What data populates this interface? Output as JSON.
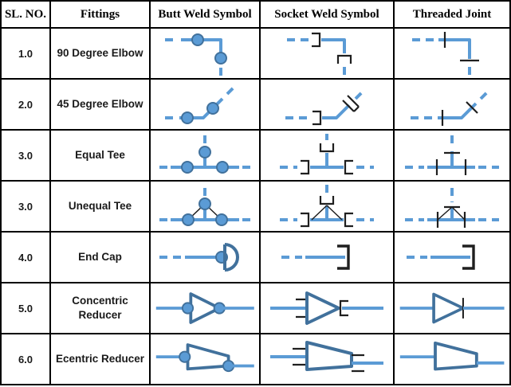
{
  "table": {
    "headers": [
      "SL. NO.",
      "Fittings",
      "Butt Weld Symbol",
      "Socket Weld Symbol",
      "Threaded Joint"
    ],
    "rows": [
      {
        "sl": "1.0",
        "fitting": "90 Degree Elbow",
        "butt": "butt-weld-90-elbow-symbol",
        "socket": "socket-weld-90-elbow-symbol",
        "threaded": "threaded-90-elbow-symbol"
      },
      {
        "sl": "2.0",
        "fitting": "45 Degree Elbow",
        "butt": "butt-weld-45-elbow-symbol",
        "socket": "socket-weld-45-elbow-symbol",
        "threaded": "threaded-45-elbow-symbol"
      },
      {
        "sl": "3.0",
        "fitting": "Equal Tee",
        "butt": "butt-weld-equal-tee-symbol",
        "socket": "socket-weld-equal-tee-symbol",
        "threaded": "threaded-equal-tee-symbol"
      },
      {
        "sl": "3.0",
        "fitting": "Unequal Tee",
        "butt": "butt-weld-unequal-tee-symbol",
        "socket": "socket-weld-unequal-tee-symbol",
        "threaded": "threaded-unequal-tee-symbol"
      },
      {
        "sl": "4.0",
        "fitting": "End Cap",
        "butt": "butt-weld-end-cap-symbol",
        "socket": "socket-weld-end-cap-symbol",
        "threaded": "threaded-end-cap-symbol"
      },
      {
        "sl": "5.0",
        "fitting": "Concentric Reducer",
        "butt": "butt-weld-concentric-reducer-symbol",
        "socket": "socket-weld-concentric-reducer-symbol",
        "threaded": "threaded-concentric-reducer-symbol"
      },
      {
        "sl": "6.0",
        "fitting": "Ecentric Reducer",
        "butt": "butt-weld-eccentric-reducer-symbol",
        "socket": "socket-weld-eccentric-reducer-symbol",
        "threaded": "threaded-eccentric-reducer-symbol"
      }
    ]
  },
  "colors": {
    "line_blue": "#5B9BD5",
    "shape_blue": "#41719C",
    "mark_black": "#1f1f1f",
    "grid_border": "#000000",
    "background": "#FFFFFF"
  }
}
